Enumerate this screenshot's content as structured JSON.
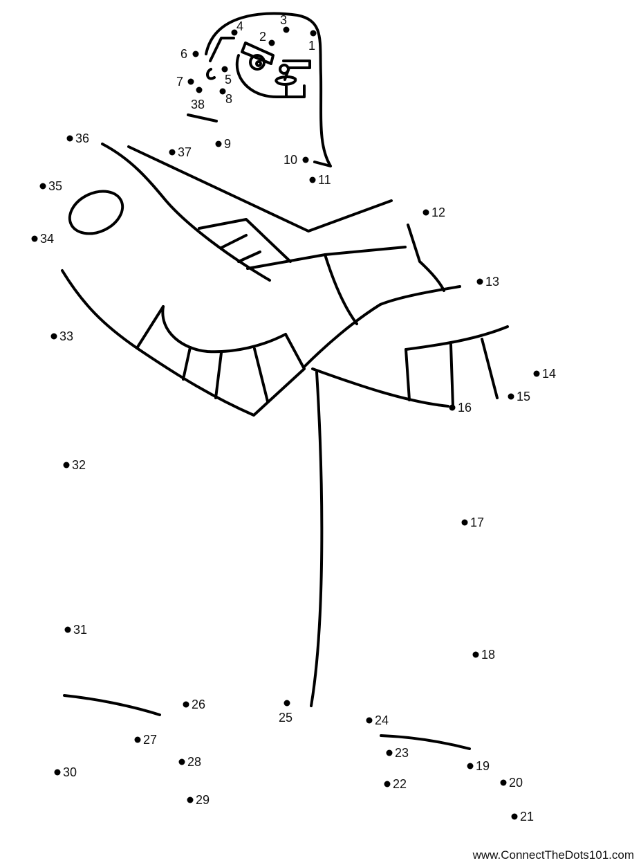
{
  "worksheet": {
    "dots": [
      "1",
      "2",
      "3",
      "4",
      "5",
      "6",
      "7",
      "8",
      "9",
      "10",
      "11",
      "12",
      "13",
      "14",
      "15",
      "16",
      "17",
      "18",
      "19",
      "20",
      "21",
      "22",
      "23",
      "24",
      "25",
      "26",
      "27",
      "28",
      "29",
      "30",
      "31",
      "32",
      "33",
      "34",
      "35",
      "36",
      "37",
      "38"
    ],
    "credit": "www.ConnectTheDots101.com",
    "ink_color": "#000000"
  }
}
